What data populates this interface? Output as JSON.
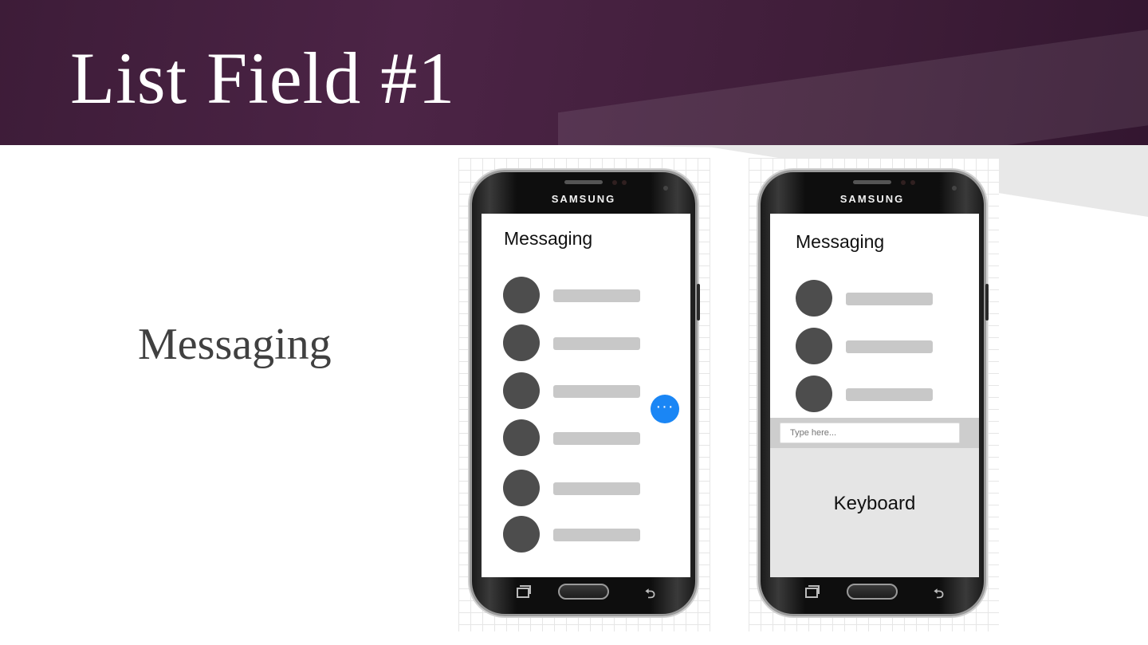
{
  "slide": {
    "title": "List Field #1",
    "subtitle": "Messaging"
  },
  "colors": {
    "header": "#4c2446",
    "fab": "#1a86f5",
    "avatar": "#4d4d4d",
    "placeholder_bar": "#c8c8c8"
  },
  "phone_left": {
    "brand": "SAMSUNG",
    "app_title": "Messaging",
    "fab_label": "···",
    "nav_back_icon": "⮌"
  },
  "phone_right": {
    "brand": "SAMSUNG",
    "app_title": "Messaging",
    "input_placeholder": "Type here...",
    "keyboard_label": "Keyboard",
    "nav_back_icon": "⮌"
  }
}
